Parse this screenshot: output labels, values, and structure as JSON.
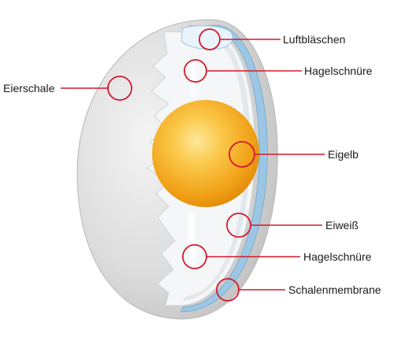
{
  "labels": {
    "luftblaeschen": "Luftbläschen",
    "hagelschnuere_top": "Hagelschnüre",
    "eierschale": "Eierschale",
    "eigelb": "Eigelb",
    "eiweiss": "Eiweiß",
    "hagelschnuere_bottom": "Hagelschnüre",
    "schalenmembrane": "Schalenmembrane"
  },
  "colors": {
    "leader": "#d4192b",
    "shell": "#d9d9d9",
    "albumen": "#f4f6f7",
    "membrane": "#9cc7e4",
    "yolk": "#f2a012"
  }
}
